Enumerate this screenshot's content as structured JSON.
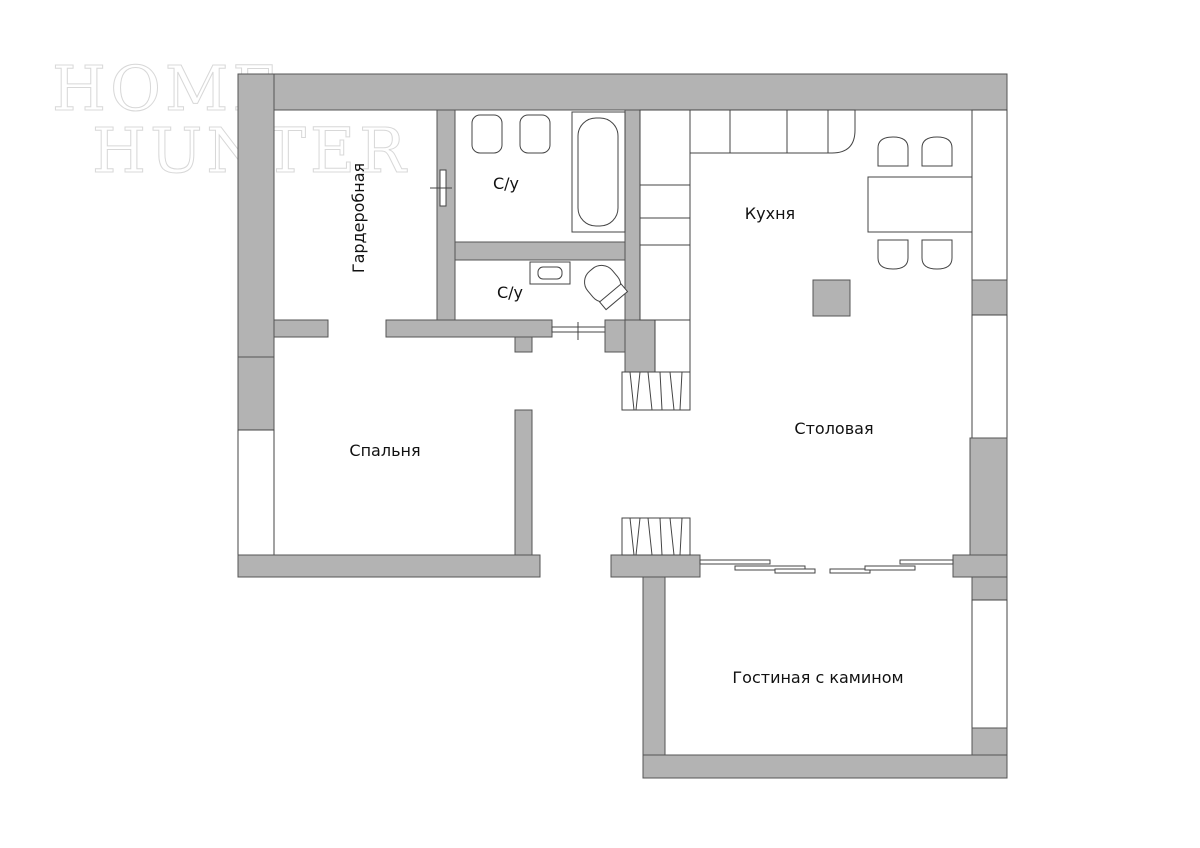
{
  "logo": {
    "line1": "HOME",
    "line2": "HUNTER"
  },
  "rooms": {
    "wardrobe": "Гардеробная",
    "bathroom1": "С/у",
    "bathroom2": "С/у",
    "kitchen": "Кухня",
    "bedroom": "Спальня",
    "dining": "Столовая",
    "living": "Гостиная с камином"
  },
  "colors": {
    "wall": "#b3b3b3",
    "outline": "#444444",
    "background": "#ffffff"
  }
}
